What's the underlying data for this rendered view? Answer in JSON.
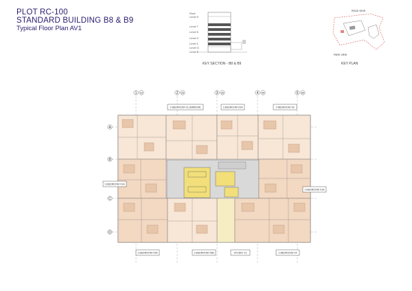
{
  "title": {
    "line1": "PLOT RC-100",
    "line2": "STANDARD BUILDING B8 & B9",
    "line3": "Typical Floor Plan AV1"
  },
  "key_section": {
    "caption": "KEY SECTION - B8 & B9",
    "levels": [
      "Roof",
      "Level 9",
      "Level 7",
      "Level 5",
      "Level 3",
      "Level 1",
      "Level G",
      "Level B"
    ]
  },
  "key_plan": {
    "caption": "KEY PLAN",
    "road_label": "ROAD VIEW",
    "park_label": "PARK VIEW"
  },
  "grid": {
    "columns": [
      "A",
      "B",
      "C",
      "D"
    ],
    "rows": [
      "1",
      "2",
      "3",
      "4",
      "5"
    ],
    "sub_labels": [
      "1A",
      "2A",
      "3A",
      "4A",
      "5A"
    ]
  },
  "units": {
    "top": [
      "2 BEDROOM V2 (MIRROR)",
      "1 BEDROOM V2A",
      "2 BEDROOM V8"
    ],
    "left": "1 BEDROOM V1A",
    "right": "1 BEDROOM V1A",
    "bottom": [
      "1 BEDROOM V4A",
      "1 BEDROOM V5B",
      "STUDIO V1",
      "2 BEDROOM V4"
    ]
  },
  "colors": {
    "ink": "#2a1a6e",
    "bedroom_fill": "#f3d8c2",
    "bedroom_fill_light": "#f8e6d6",
    "core_fill": "#f2df7a",
    "corridor_fill": "#d6d6d6",
    "wall": "#6b6b6b",
    "keyplan_red": "#d9534f"
  }
}
